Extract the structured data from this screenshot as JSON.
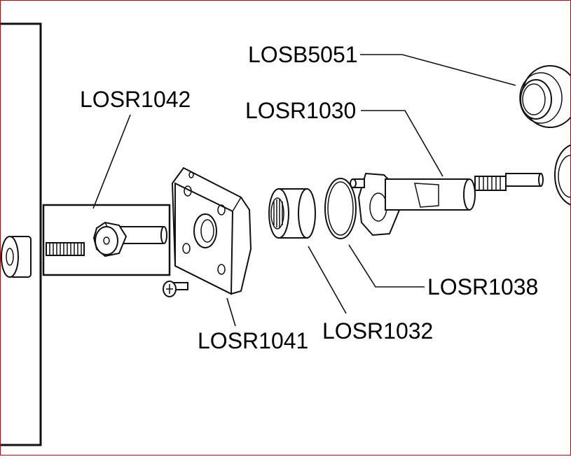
{
  "labels": {
    "losb5051": "LOSB5051",
    "losr1030": "LOSR1030",
    "losr1042": "LOSR1042",
    "losr1041": "LOSR1041",
    "losr1032": "LOSR1032",
    "losr1038": "LOSR1038"
  },
  "colors": {
    "border": "#d00000",
    "ink": "#111111",
    "background": "#ffffff"
  }
}
